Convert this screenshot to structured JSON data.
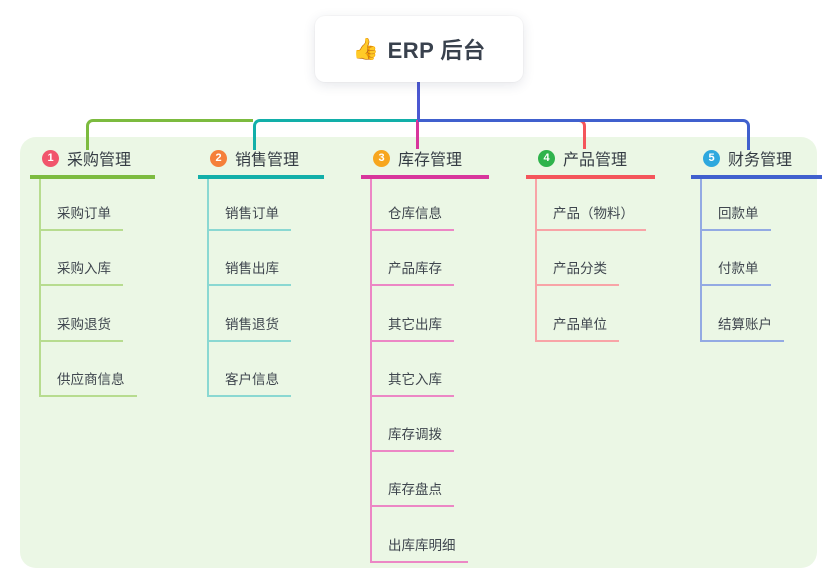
{
  "root": {
    "icon": "👍",
    "title": "ERP 后台"
  },
  "connector": {
    "root_color": "#4c58d2"
  },
  "panel": {
    "background": "#ebf7e5"
  },
  "branches": [
    {
      "index": "1",
      "label": "采购管理",
      "badge_color": "#f1556c",
      "color": "#7cbb3f",
      "light_color": "#b7dc8f",
      "items": [
        "采购订单",
        "采购入库",
        "采购退货",
        "供应商信息"
      ]
    },
    {
      "index": "2",
      "label": "销售管理",
      "badge_color": "#f5803a",
      "color": "#12afa9",
      "light_color": "#8ad8d2",
      "items": [
        "销售订单",
        "销售出库",
        "销售退货",
        "客户信息"
      ]
    },
    {
      "index": "3",
      "label": "库存管理",
      "badge_color": "#f7a61f",
      "color": "#d8369c",
      "light_color": "#ec87c5",
      "items": [
        "仓库信息",
        "产品库存",
        "其它出库",
        "其它入库",
        "库存调拨",
        "库存盘点",
        "出库库明细"
      ]
    },
    {
      "index": "4",
      "label": "产品管理",
      "badge_color": "#2fb34c",
      "color": "#f4555b",
      "light_color": "#f8a4a7",
      "items": [
        "产品（物料）",
        "产品分类",
        "产品单位"
      ]
    },
    {
      "index": "5",
      "label": "财务管理",
      "badge_color": "#2ea8de",
      "color": "#4060ce",
      "light_color": "#93aae3",
      "items": [
        "回款单",
        "付款单",
        "结算账户"
      ]
    }
  ]
}
